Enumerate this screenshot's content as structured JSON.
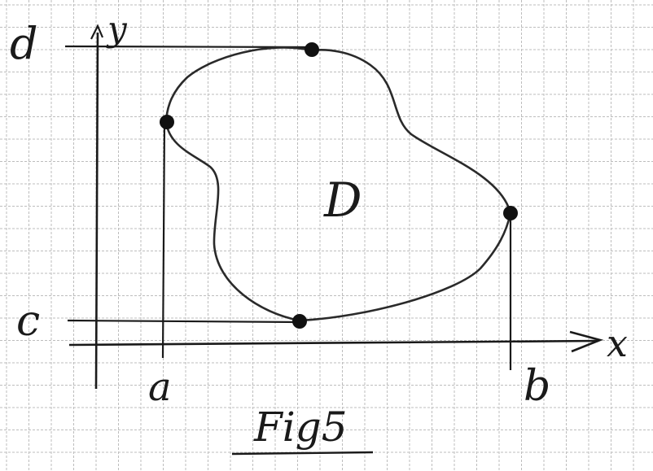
{
  "labels": {
    "y_axis": "y",
    "x_axis": "x",
    "region": "D",
    "left_bound": "a",
    "right_bound": "b",
    "bottom_bound": "c",
    "top_bound": "d",
    "caption": "Fig5"
  },
  "colors": {
    "paper": "#ffffff",
    "grid": "#bdbdbd",
    "ink": "#1a1a1a"
  }
}
